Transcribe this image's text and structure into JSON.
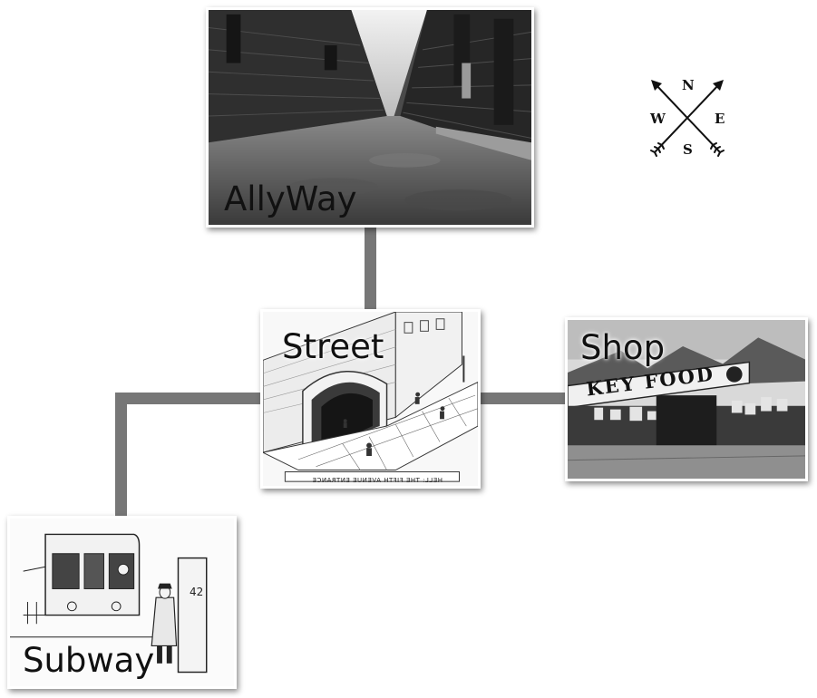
{
  "locations": {
    "allyway": {
      "label": "AllyWay"
    },
    "street": {
      "label": "Street",
      "caption": "HELL: THE FIFTH AVENUE ENTRANCE"
    },
    "shop": {
      "label": "Shop",
      "sign": "KEY FOOD"
    },
    "subway": {
      "label": "Subway",
      "pillar_number": "42"
    }
  },
  "compass": {
    "north": "N",
    "south": "S",
    "east": "E",
    "west": "W"
  },
  "colors": {
    "connector": "#777777",
    "card_border": "#ffffff"
  }
}
